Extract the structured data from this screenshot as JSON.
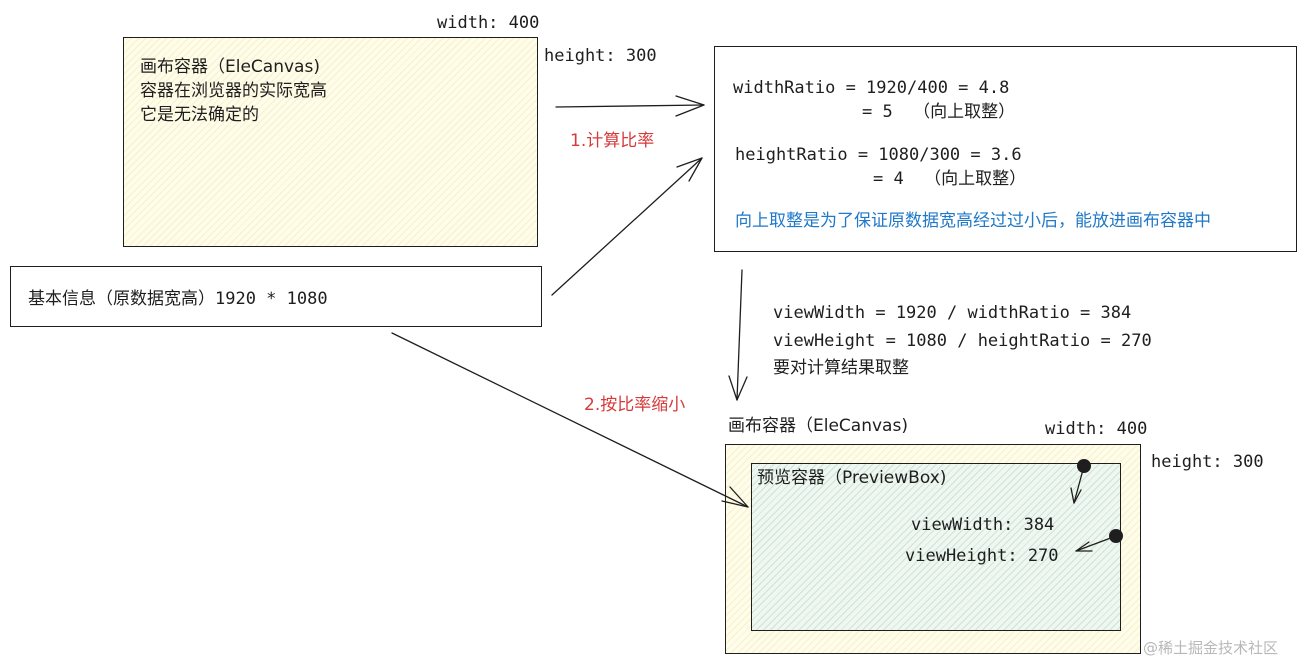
{
  "canvas_box": {
    "width_label": "width: 400",
    "height_label": "height: 300",
    "lines": [
      "画布容器（EleCanvas)",
      "容器在浏览器的实际宽高",
      "它是无法确定的"
    ]
  },
  "info_box": {
    "text": "基本信息（原数据宽高）1920 * 1080"
  },
  "ratio_box": {
    "width_ratio_1": "widthRatio = 1920/400 = 4.8",
    "width_ratio_2": "= 5  （向上取整）",
    "height_ratio_1": "heightRatio = 1080/300 = 3.6",
    "height_ratio_2": "= 4  （向上取整）",
    "note": "向上取整是为了保证原数据宽高经过过小后，能放进画布容器中"
  },
  "step1_label": "1.计算比率",
  "step2_label": "2.按比率缩小",
  "view_calc": {
    "line1": "viewWidth = 1920 / widthRatio = 384",
    "line2": "viewHeight = 1080 / heightRatio = 270",
    "line3": "要对计算结果取整"
  },
  "result": {
    "canvas_title": "画布容器（EleCanvas)",
    "width_label": "width: 400",
    "height_label": "height: 300",
    "preview_title": "预览容器（PreviewBox)",
    "view_width_label": "viewWidth: 384",
    "view_height_label": "viewHeight: 270"
  },
  "watermark": "@稀土掘金技术社区",
  "colors": {
    "accent_red": "#d63a3a",
    "note_blue": "#1f78c8",
    "canvas_fill": "#fffce8",
    "preview_fill": "#eef7f0"
  }
}
